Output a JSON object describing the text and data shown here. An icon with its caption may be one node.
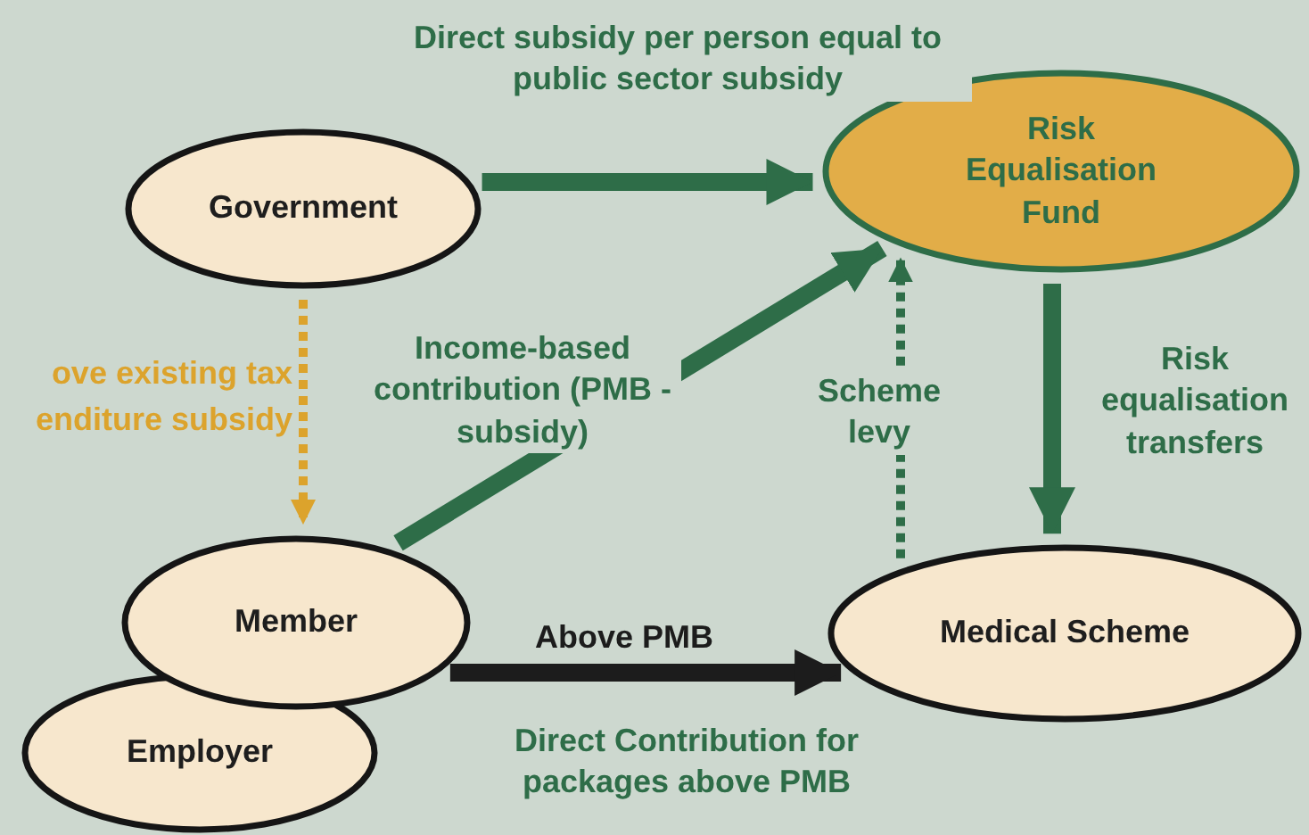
{
  "diagram": {
    "nodes": [
      {
        "text": [
          "Government"
        ]
      },
      {
        "text": [
          "Risk Equalisation Fund"
        ]
      },
      {
        "text": [
          "Member"
        ]
      },
      {
        "text": [
          "Employer"
        ]
      },
      {
        "text": [
          "Medical Scheme"
        ]
      }
    ],
    "edges": [
      {
        "from": 0,
        "to": 1,
        "arrow": "to",
        "label": "Direct subsidy per person equal to public sector subsidy"
      },
      {
        "from": 0,
        "to": 2,
        "arrow": "to",
        "style": "dashed",
        "color": "#dca32c",
        "label": "ove existing tax enditure subsidy"
      },
      {
        "from": 2,
        "to": 1,
        "arrow": "to",
        "label": "Income-based contribution (PMB - subsidy)"
      },
      {
        "from": 4,
        "to": 1,
        "arrow": "to",
        "style": "dashed",
        "label": "Scheme levy"
      },
      {
        "from": 1,
        "to": 4,
        "arrow": "to",
        "label": "Risk equalisation transfers"
      },
      {
        "from": 2,
        "to": 4,
        "arrow": "to",
        "color": "#1c1c1c",
        "label": "Above PMB"
      }
    ],
    "labels": [
      "Direct Contribution for packages above PMB"
    ]
  }
}
